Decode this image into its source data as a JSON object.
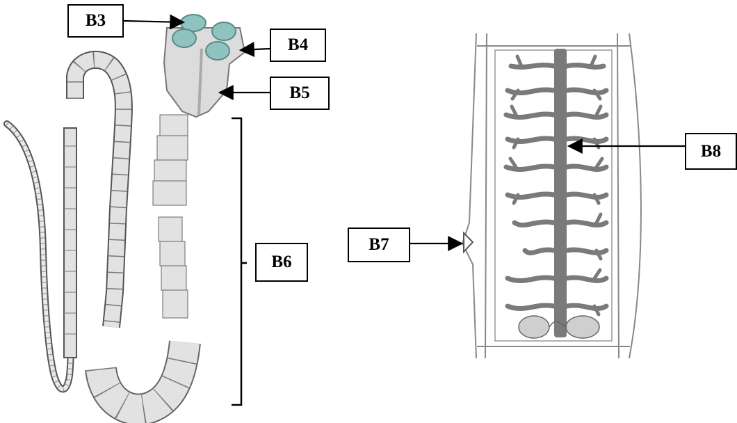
{
  "labels": {
    "b3": "B3",
    "b4": "B4",
    "b5": "B5",
    "b6": "B6",
    "b7": "B7",
    "b8": "B8"
  },
  "colors": {
    "outline": "#555555",
    "segment_fill": "#e2e2e2",
    "sucker": "#8fc3c0",
    "uterus": "#7a7a7a",
    "background": "#ffffff"
  }
}
